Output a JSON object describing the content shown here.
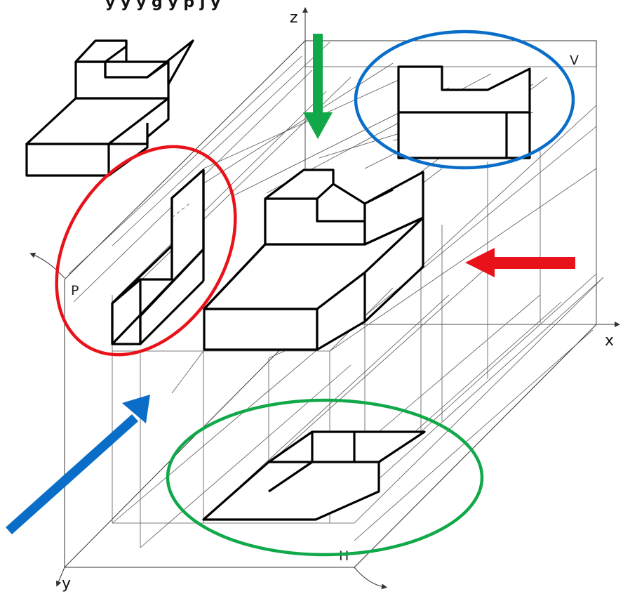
{
  "title_fragment": "y   y  y   g                         y        p  j   y",
  "axes": {
    "x": "x",
    "y": "y",
    "z": "z"
  },
  "planes": {
    "vertical": "V",
    "profile": "P",
    "horizontal": "H"
  },
  "colors": {
    "red": "#e8131a",
    "blue": "#0a6ec8",
    "green": "#11a84a",
    "line": "#000000"
  },
  "markers": [
    {
      "name": "front-view-arrow",
      "color": "red",
      "direction": "left"
    },
    {
      "name": "top-view-arrow",
      "color": "green",
      "direction": "down"
    },
    {
      "name": "side-view-arrow",
      "color": "blue",
      "direction": "up-right"
    }
  ],
  "highlights": [
    {
      "name": "vertical-projection-ellipse",
      "color": "blue"
    },
    {
      "name": "profile-projection-ellipse",
      "color": "red"
    },
    {
      "name": "horizontal-projection-ellipse",
      "color": "green"
    }
  ]
}
